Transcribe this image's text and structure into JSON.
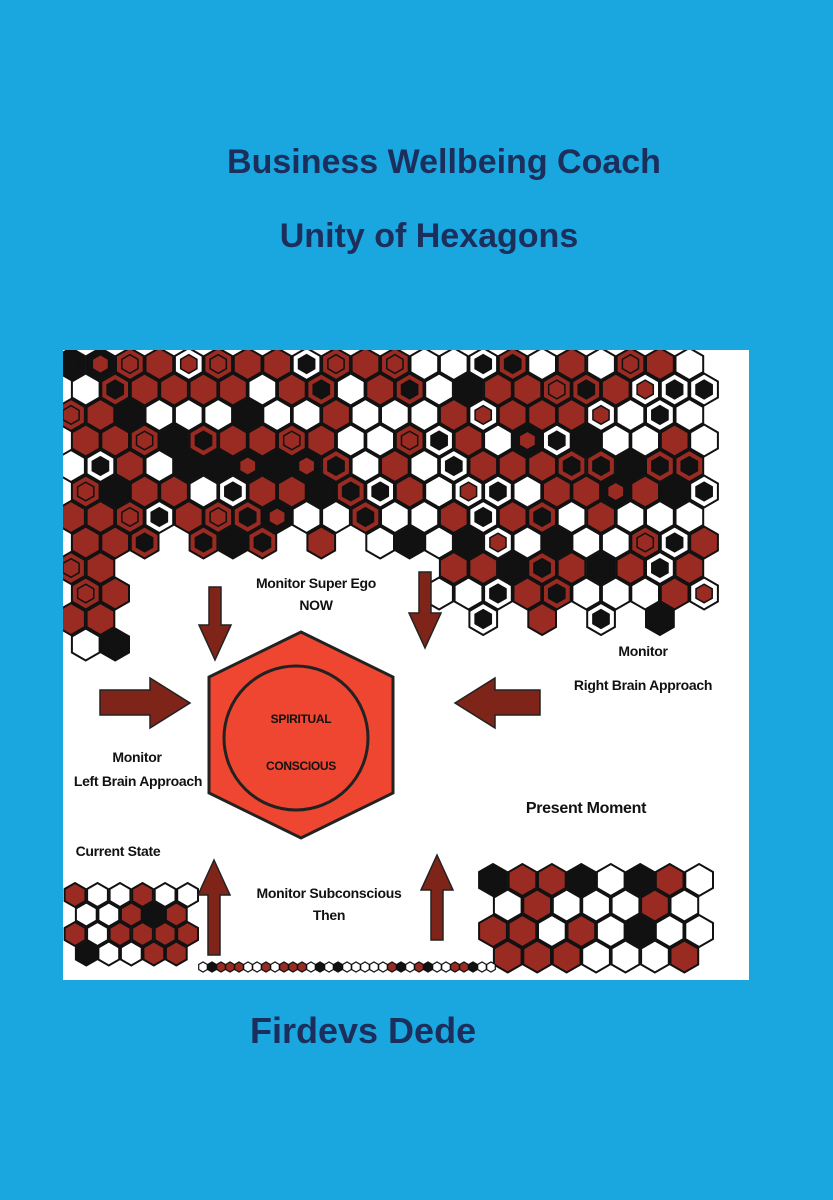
{
  "cover": {
    "title": "Business Wellbeing Coach",
    "subtitle": "Unity of Hexagons",
    "author": "Firdevs Dede"
  },
  "diagram": {
    "center_top": "SPIRITUAL",
    "center_bottom": "CONSCIOUS",
    "top_label_1": "Monitor Super Ego",
    "top_label_2": "NOW",
    "right_label_1": "Monitor",
    "right_label_2": "Right Brain Approach",
    "left_label_1": "Monitor",
    "left_label_2": "Left Brain Approach",
    "present": "Present Moment",
    "current": "Current State",
    "bottom_label_1": "Monitor Subconscious",
    "bottom_label_2": "Then"
  },
  "colors": {
    "background": "#1aa6de",
    "title_text": "#1c2e5c",
    "hex_red": "#9a2b22",
    "center_hex": "#ee4630",
    "arrow": "#7e2419"
  }
}
